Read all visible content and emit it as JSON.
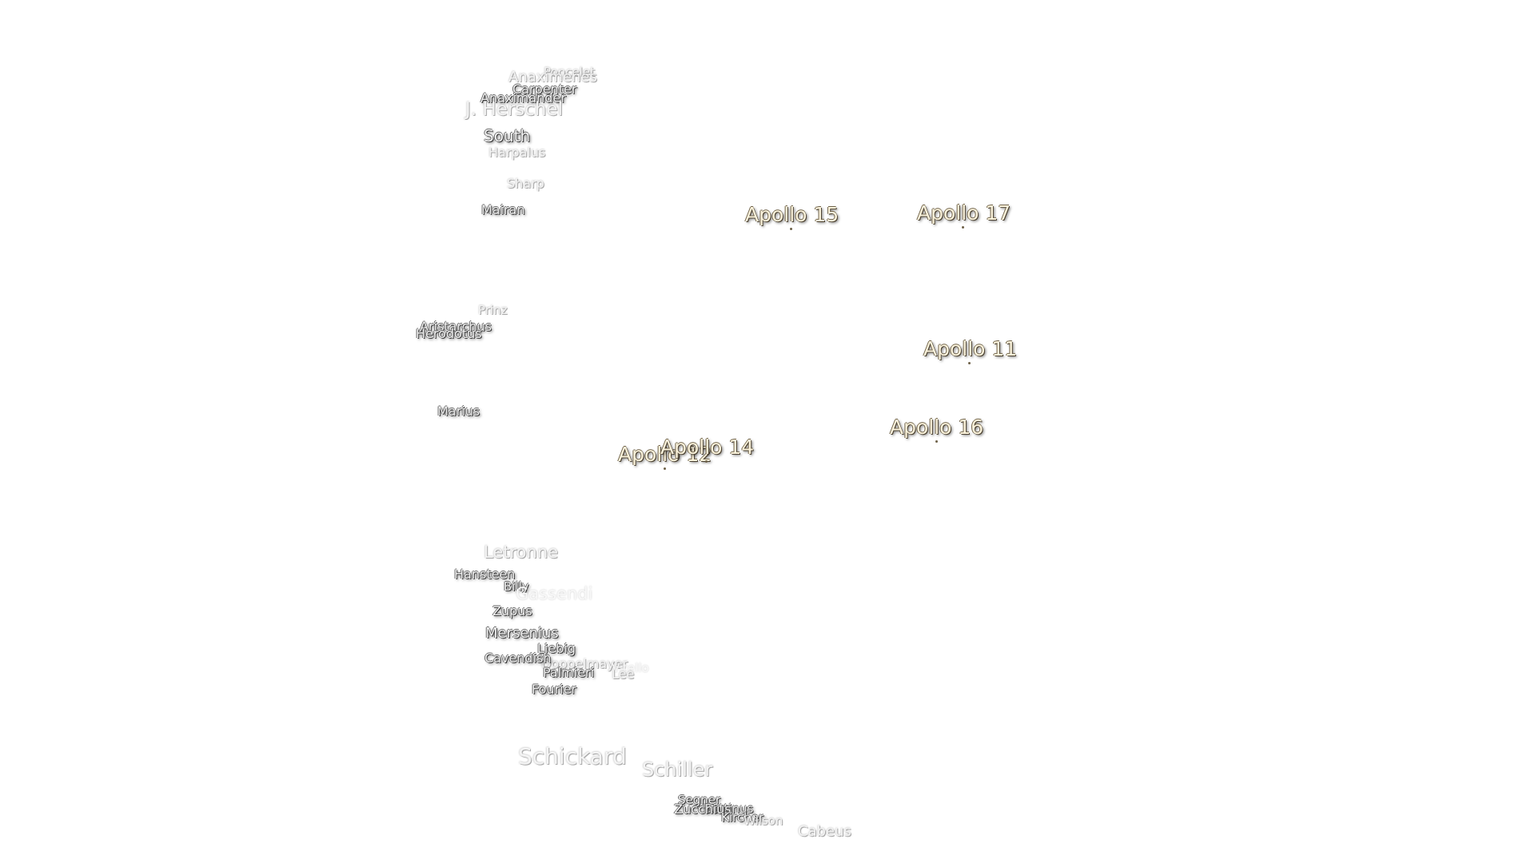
{
  "colors": {
    "background": "#ffffff",
    "crater_label": "#f2f2f2",
    "apollo_label": "#fbf3dc",
    "shadow": "#3a3a3a"
  },
  "craters": {
    "poncelet": "Poncelet",
    "anaximenes": "Anaximenes",
    "carpenter": "Carpenter",
    "anaximander": "Anaximander",
    "j_herschel": "J. Herschel",
    "south": "South",
    "harpalus": "Harpalus",
    "sharp": "Sharp",
    "mairan": "Mairan",
    "prinz": "Prinz",
    "aristarchus": "Aristarchus",
    "herodotus": "Herodotus",
    "marius": "Marius",
    "letronne": "Letronne",
    "hansteen": "Hansteen",
    "billy": "Billy",
    "gassendi": "Gassendi",
    "zupus": "Zupus",
    "mersenius": "Mersenius",
    "liebig": "Liebig",
    "cavendish": "Cavendish",
    "doppelmayer": "Doppelmayer",
    "vitello": "Vitello",
    "palmieri": "Palmieri",
    "lee": "Lee",
    "fourier": "Fourier",
    "schickard": "Schickard",
    "schiller": "Schiller",
    "segner": "Segner",
    "zucchius": "Zucchius",
    "bettinus": "Bettinus",
    "kircher": "Kircher",
    "wilson": "Wilson",
    "cabeus": "Cabeus"
  },
  "landing_sites": {
    "apollo_15": "Apollo 15",
    "apollo_17": "Apollo 17",
    "apollo_11": "Apollo 11",
    "apollo_16": "Apollo 16",
    "apollo_14": "Apollo 14",
    "apollo_12": "Apollo 12"
  }
}
